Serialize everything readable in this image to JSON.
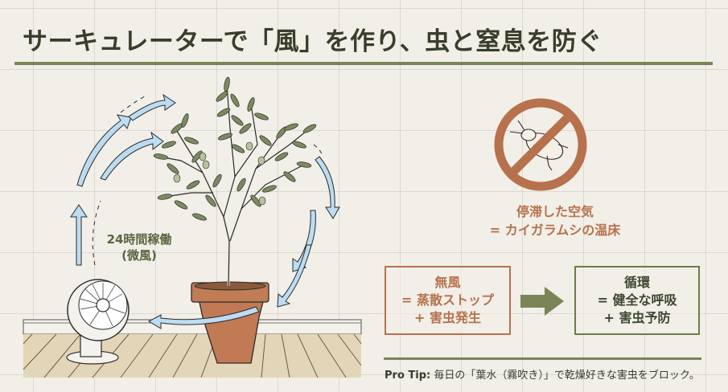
{
  "title": "サーキュレーターで「風」を作り、虫と窒息を防ぐ",
  "illustration": {
    "fan_caption_line1": "24時間稼働",
    "fan_caption_line2": "(微風)",
    "subjects": [
      "circulator-fan",
      "olive-tree-in-terracotta-pot",
      "airflow-arrows",
      "wooden-floor"
    ]
  },
  "warning": {
    "icon": "no-bug-icon",
    "line1": "停滞した空気",
    "line2": "= カイガラムシの温床"
  },
  "comparison": {
    "bad": {
      "line1": "無風",
      "line2": "= 蒸散ストップ",
      "line3": "+ 害虫発生"
    },
    "arrow": "arrow-right-icon",
    "good": {
      "line1": "循環",
      "line2": "= 健全な呼吸",
      "line3": "+ 害虫予防"
    }
  },
  "tip": {
    "label": "Pro Tip:",
    "text": " 毎日の「葉水（霧吹き）」で乾燥好きな害虫をブロック。"
  },
  "colors": {
    "background": "#f1efe8",
    "title": "#3a3d2a",
    "accent_olive": "#7a8456",
    "warning_terracotta": "#b7714c",
    "airflow_blue": "#b9daf0",
    "pot": "#c17a53",
    "floor": "#e3d6b8"
  }
}
